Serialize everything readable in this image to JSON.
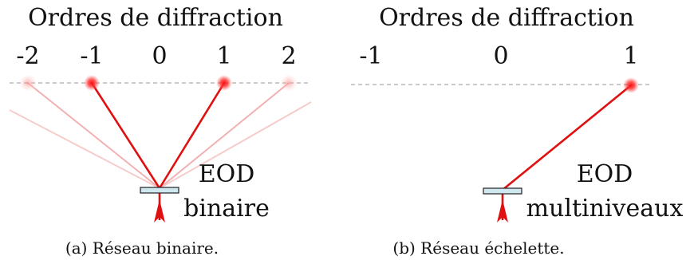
{
  "panels": {
    "a": {
      "heading": "Ordres de diffraction",
      "orders": [
        "-2",
        "-1",
        "0",
        "1",
        "2"
      ],
      "element_label_line1": "EOD",
      "element_label_line2": "binaire",
      "caption": "(a) Réseau binaire."
    },
    "b": {
      "heading": "Ordres de diffraction",
      "orders": [
        "-1",
        "0",
        "1"
      ],
      "element_label_line1": "EOD",
      "element_label_line2": "multiniveaux",
      "caption": "(b) Réseau échelette."
    }
  },
  "colors": {
    "beam": "#e01010",
    "beam_faint": "#f2b0b0",
    "element_fill": "#cfe8f0",
    "element_stroke": "#222222",
    "dashed_line": "#aaaaaa"
  }
}
